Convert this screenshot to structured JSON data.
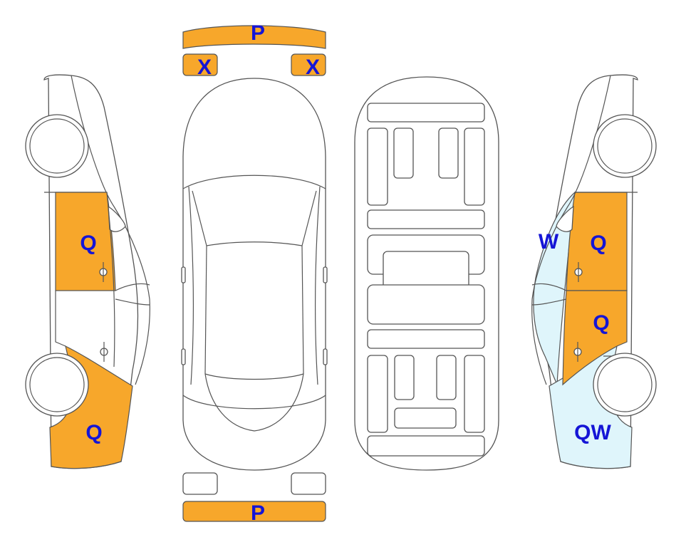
{
  "colors": {
    "damage_orange": "#F7A72B",
    "damage_light_blue": "#DFF5FB",
    "label_blue": "#1515D6",
    "outline": "#555555"
  },
  "labels": {
    "front_bumper": "P",
    "rear_bumper": "P",
    "left_headlight": "X",
    "right_headlight": "X",
    "left_front_door": "Q",
    "left_rear_fender": "Q",
    "right_front_fender": "W",
    "right_front_door": "Q",
    "right_rear_door": "Q",
    "right_rear_fender": "QW"
  },
  "damage_zones": {
    "front_bumper": "orange",
    "rear_bumper": "orange",
    "left_headlight": "orange",
    "right_headlight": "orange",
    "left_front_door": "orange",
    "left_rear_fender": "orange",
    "right_front_fender": "light-blue",
    "right_front_door": "orange",
    "right_rear_door": "orange",
    "right_rear_fender": "light-blue"
  }
}
